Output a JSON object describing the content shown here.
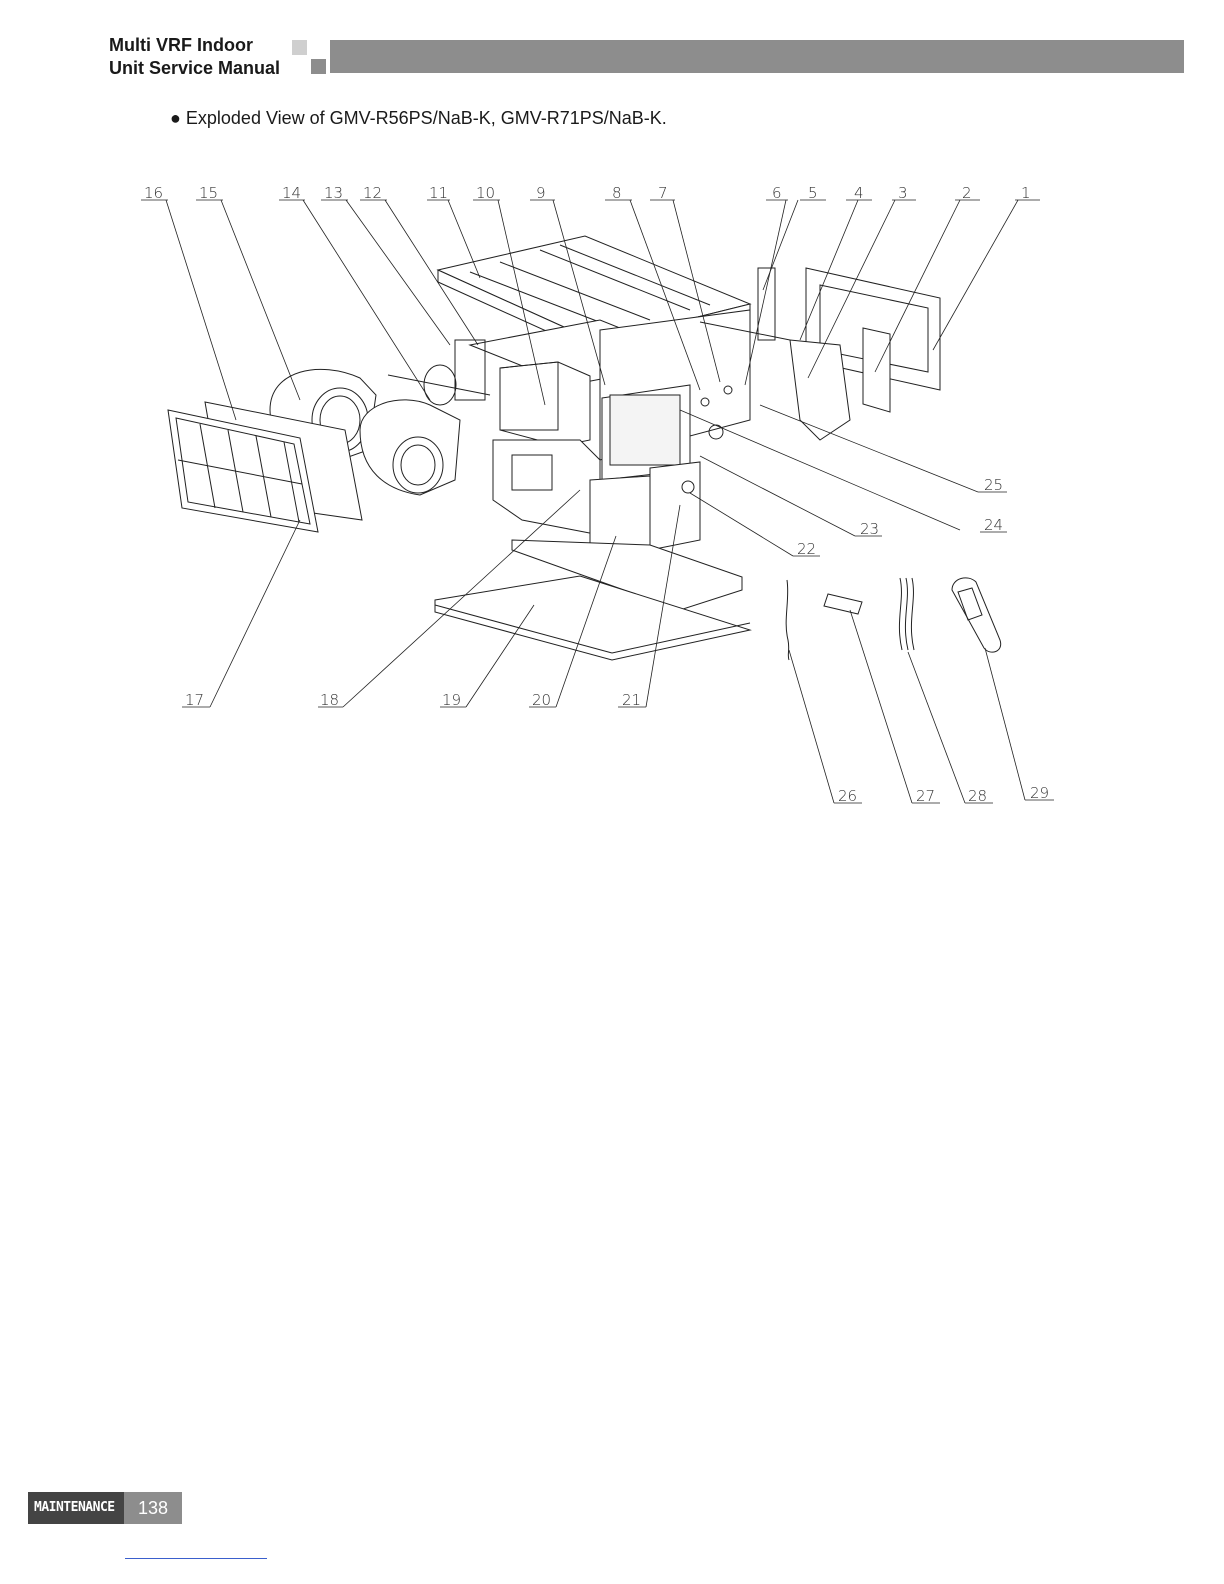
{
  "header": {
    "title_line1": "Multi VRF Indoor",
    "title_line2": "Unit Service Manual"
  },
  "caption": {
    "bullet": "●",
    "text": "Exploded View of GMV-R56PS/NaB-K, GMV-R71PS/NaB-K."
  },
  "diagram": {
    "part_numbers": [
      "16",
      "15",
      "14",
      "13",
      "12",
      "11",
      "10",
      "9",
      "8",
      "7",
      "6",
      "5",
      "4",
      "3",
      "2",
      "1",
      "25",
      "24",
      "23",
      "22",
      "17",
      "18",
      "19",
      "20",
      "21",
      "26",
      "27",
      "28",
      "29"
    ]
  },
  "footer": {
    "section": "MAINTENANCE",
    "page": "138"
  }
}
